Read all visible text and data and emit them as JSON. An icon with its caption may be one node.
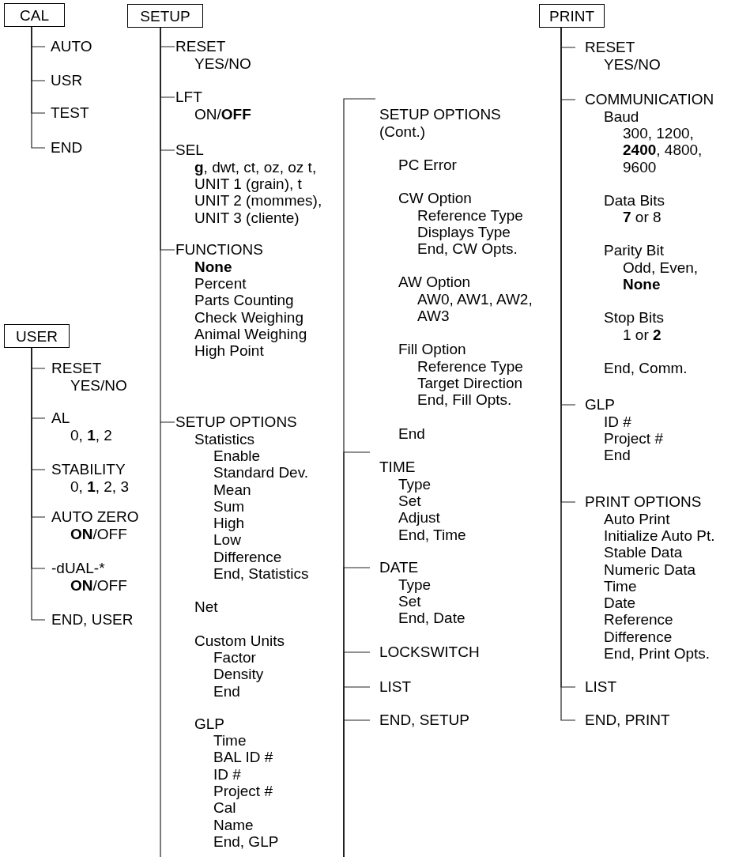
{
  "diagram": {
    "nodes": [
      {
        "text": [
          "CAL"
        ]
      },
      {
        "text": [
          "AUTO"
        ]
      },
      {
        "text": [
          "USR"
        ]
      },
      {
        "text": [
          "TEST"
        ]
      },
      {
        "text": [
          "END"
        ]
      },
      {
        "text": [
          "USER"
        ]
      },
      {
        "text": [
          "RESET",
          "YES/NO"
        ]
      },
      {
        "text": [
          "AL",
          "0, **1**, 2"
        ]
      },
      {
        "text": [
          "STABILITY",
          "0, **1**, 2, 3"
        ]
      },
      {
        "text": [
          "AUTO ZERO",
          "**ON**/OFF"
        ]
      },
      {
        "text": [
          "-dUAL-*",
          "**ON**/OFF"
        ]
      },
      {
        "text": [
          "END, USER"
        ]
      },
      {
        "text": [
          "SETUP"
        ]
      },
      {
        "text": [
          "RESET",
          "YES/NO"
        ]
      },
      {
        "text": [
          "LFT",
          "ON/**OFF**"
        ]
      },
      {
        "text": [
          "SEL",
          "**g**, dwt, ct, oz, oz t,",
          "UNIT 1 (grain), t",
          "UNIT 2 (mommes),",
          "UNIT 3 (cliente)"
        ]
      },
      {
        "text": [
          "FUNCTIONS",
          "None",
          "Percent",
          "Parts Counting",
          "Check Weighing",
          "Animal Weighing",
          "High Point"
        ]
      },
      {
        "text": [
          "SETUP OPTIONS",
          "Statistics",
          "Enable",
          "Standard Dev.",
          "Mean",
          "Sum",
          "High",
          "Low",
          "Difference",
          "End, Statistics",
          "Net",
          "Custom Units",
          "Factor",
          "Density",
          "End",
          "GLP",
          "Time",
          "BAL ID #",
          "ID #",
          "Project #",
          "Cal",
          "Name",
          "End, GLP"
        ]
      },
      {
        "text": [
          "SETUP OPTIONS (Cont.)",
          "PC Error",
          "CW Option",
          "Reference Type",
          "Displays Type",
          "End, CW Opts.",
          "AW Option",
          "AW0, AW1, AW2, AW3",
          "Fill Option",
          "Reference Type",
          "Target Direction",
          "End, Fill Opts.",
          "End"
        ]
      },
      {
        "text": [
          "TIME",
          "Type",
          "Set",
          "Adjust",
          "End, Time"
        ]
      },
      {
        "text": [
          "DATE",
          "Type",
          "Set",
          "End, Date"
        ]
      },
      {
        "text": [
          "LOCKSWITCH"
        ]
      },
      {
        "text": [
          "LIST"
        ]
      },
      {
        "text": [
          "END, SETUP"
        ]
      },
      {
        "text": [
          "PRINT"
        ]
      },
      {
        "text": [
          "RESET",
          "YES/NO"
        ]
      },
      {
        "text": [
          "COMMUNICATION",
          "Baud",
          "300, 1200, **2400**, 4800, 9600",
          "Data Bits",
          "**7** or 8",
          "Parity Bit",
          "Odd, Even, **None**",
          "Stop Bits",
          "1 or **2**",
          "End, Comm."
        ]
      },
      {
        "text": [
          "GLP",
          "ID #",
          "Project #",
          "End"
        ]
      },
      {
        "text": [
          "PRINT OPTIONS",
          "Auto Print",
          "Initialize Auto Pt.",
          "Stable Data",
          "Numeric Data",
          "Time",
          "Date",
          "Reference",
          "Difference",
          "End, Print Opts."
        ]
      },
      {
        "text": [
          "LIST"
        ]
      },
      {
        "text": [
          "END, PRINT"
        ]
      }
    ],
    "edges": [
      {
        "from": 0,
        "to": 1,
        "arrow": "none"
      },
      {
        "from": 0,
        "to": 2,
        "arrow": "none"
      },
      {
        "from": 0,
        "to": 3,
        "arrow": "none"
      },
      {
        "from": 0,
        "to": 4,
        "arrow": "none"
      },
      {
        "from": 5,
        "to": 6,
        "arrow": "none"
      },
      {
        "from": 5,
        "to": 7,
        "arrow": "none"
      },
      {
        "from": 5,
        "to": 8,
        "arrow": "none"
      },
      {
        "from": 5,
        "to": 9,
        "arrow": "none"
      },
      {
        "from": 5,
        "to": 10,
        "arrow": "none"
      },
      {
        "from": 5,
        "to": 11,
        "arrow": "none"
      },
      {
        "from": 12,
        "to": 13,
        "arrow": "none"
      },
      {
        "from": 12,
        "to": 14,
        "arrow": "none"
      },
      {
        "from": 12,
        "to": 15,
        "arrow": "none"
      },
      {
        "from": 12,
        "to": 16,
        "arrow": "none"
      },
      {
        "from": 12,
        "to": 17,
        "arrow": "none"
      },
      {
        "from": null,
        "to": 18,
        "arrow": "none"
      },
      {
        "from": null,
        "to": 19,
        "arrow": "none"
      },
      {
        "from": null,
        "to": 20,
        "arrow": "none"
      },
      {
        "from": null,
        "to": 21,
        "arrow": "none"
      },
      {
        "from": null,
        "to": 22,
        "arrow": "none"
      },
      {
        "from": null,
        "to": 23,
        "arrow": "none"
      },
      {
        "from": 24,
        "to": 25,
        "arrow": "none"
      },
      {
        "from": 24,
        "to": 26,
        "arrow": "none"
      },
      {
        "from": 24,
        "to": 27,
        "arrow": "none"
      },
      {
        "from": 24,
        "to": 28,
        "arrow": "none"
      },
      {
        "from": 24,
        "to": 29,
        "arrow": "none"
      },
      {
        "from": 24,
        "to": 30,
        "arrow": "none"
      }
    ]
  }
}
